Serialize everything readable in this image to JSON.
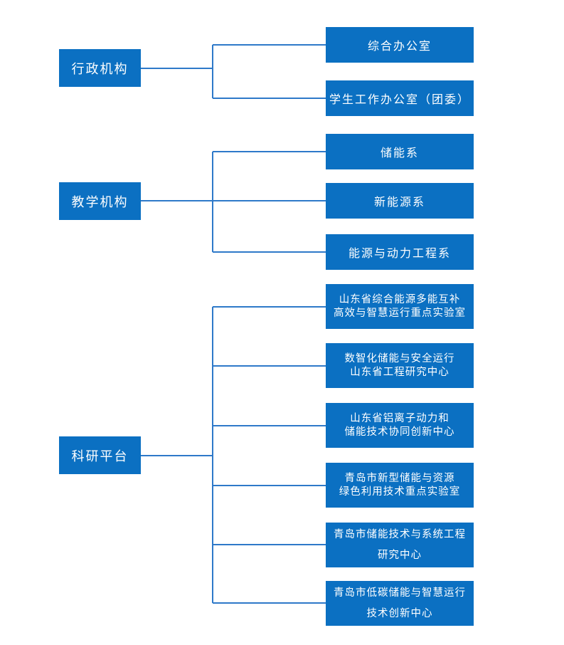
{
  "diagram": {
    "type": "org-chart",
    "colors": {
      "box_fill": "#0b70c2",
      "box_text": "#ffffff",
      "connector": "#2e79c9",
      "background": "#ffffff"
    },
    "groups": [
      {
        "parent": {
          "label": "行政机构"
        },
        "children": [
          {
            "lines": [
              "综合办公室"
            ]
          },
          {
            "lines": [
              "学生工作办公室（团委）"
            ]
          }
        ]
      },
      {
        "parent": {
          "label": "教学机构"
        },
        "children": [
          {
            "lines": [
              "储能系"
            ]
          },
          {
            "lines": [
              "新能源系"
            ]
          },
          {
            "lines": [
              "能源与动力工程系"
            ]
          }
        ]
      },
      {
        "parent": {
          "label": "科研平台"
        },
        "children": [
          {
            "lines": [
              "山东省综合能源多能互补",
              "高效与智慧运行重点实验室"
            ]
          },
          {
            "lines": [
              "数智化储能与安全运行",
              "山东省工程研究中心"
            ]
          },
          {
            "lines": [
              "山东省铝离子动力和",
              "储能技术协同创新中心"
            ]
          },
          {
            "lines": [
              "青岛市新型储能与资源",
              "绿色利用技术重点实验室"
            ]
          },
          {
            "lines": [
              "青岛市储能技术与系统工程",
              "研究中心"
            ]
          },
          {
            "lines": [
              "青岛市低碳储能与智慧运行",
              "技术创新中心"
            ]
          }
        ]
      }
    ]
  }
}
